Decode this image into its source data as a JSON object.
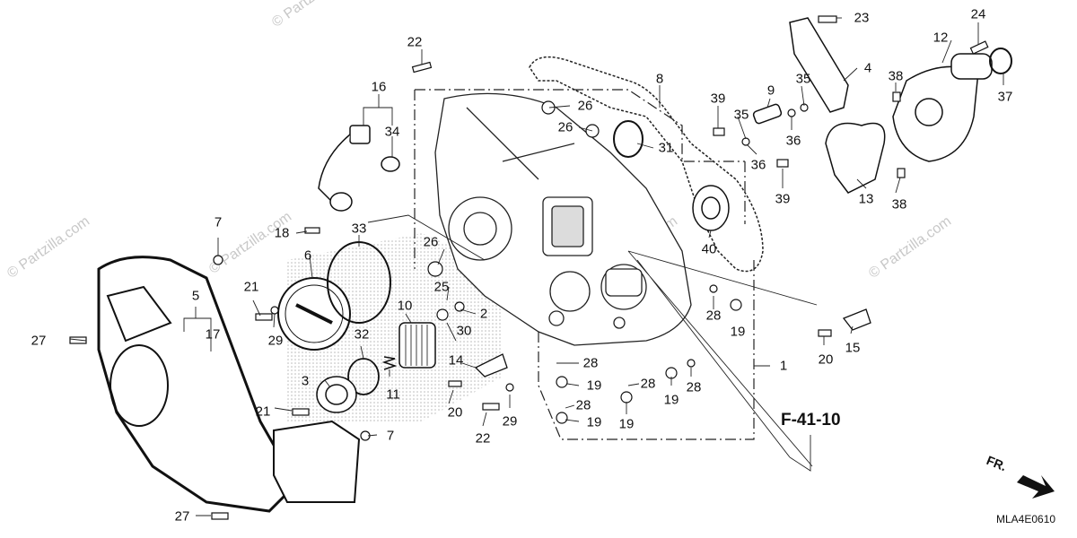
{
  "watermark": {
    "text": "© Partzilla.com"
  },
  "callouts": [
    {
      "id": "c22a",
      "text": "22"
    },
    {
      "id": "c16",
      "text": "16"
    },
    {
      "id": "c34",
      "text": "34"
    },
    {
      "id": "c8",
      "text": "8"
    },
    {
      "id": "c26a",
      "text": "26"
    },
    {
      "id": "c26b",
      "text": "26"
    },
    {
      "id": "c31",
      "text": "31"
    },
    {
      "id": "c39a",
      "text": "39"
    },
    {
      "id": "c35a",
      "text": "35"
    },
    {
      "id": "c9",
      "text": "9"
    },
    {
      "id": "c35b",
      "text": "35"
    },
    {
      "id": "c23",
      "text": "23"
    },
    {
      "id": "c4",
      "text": "4"
    },
    {
      "id": "c24",
      "text": "24"
    },
    {
      "id": "c12",
      "text": "12"
    },
    {
      "id": "c38a",
      "text": "38"
    },
    {
      "id": "c37",
      "text": "37"
    },
    {
      "id": "c36a",
      "text": "36"
    },
    {
      "id": "c36b",
      "text": "36"
    },
    {
      "id": "c39b",
      "text": "39"
    },
    {
      "id": "c13",
      "text": "13"
    },
    {
      "id": "c38b",
      "text": "38"
    },
    {
      "id": "c40",
      "text": "40"
    },
    {
      "id": "c7a",
      "text": "7"
    },
    {
      "id": "c18",
      "text": "18"
    },
    {
      "id": "c33",
      "text": "33"
    },
    {
      "id": "c26c",
      "text": "26"
    },
    {
      "id": "c6",
      "text": "6"
    },
    {
      "id": "c25",
      "text": "25"
    },
    {
      "id": "c2",
      "text": "2"
    },
    {
      "id": "c21a",
      "text": "21"
    },
    {
      "id": "c5",
      "text": "5"
    },
    {
      "id": "c10",
      "text": "10"
    },
    {
      "id": "c30",
      "text": "30"
    },
    {
      "id": "c27a",
      "text": "27"
    },
    {
      "id": "c29a",
      "text": "29"
    },
    {
      "id": "c17",
      "text": "17"
    },
    {
      "id": "c32",
      "text": "32"
    },
    {
      "id": "c28a",
      "text": "28"
    },
    {
      "id": "c19a",
      "text": "19"
    },
    {
      "id": "c1",
      "text": "1"
    },
    {
      "id": "c20a",
      "text": "20"
    },
    {
      "id": "c15",
      "text": "15"
    },
    {
      "id": "c14",
      "text": "14"
    },
    {
      "id": "c28b",
      "text": "28"
    },
    {
      "id": "c3",
      "text": "3"
    },
    {
      "id": "c11",
      "text": "11"
    },
    {
      "id": "c19b",
      "text": "19"
    },
    {
      "id": "c28c",
      "text": "28"
    },
    {
      "id": "c28d",
      "text": "28"
    },
    {
      "id": "c19c",
      "text": "19"
    },
    {
      "id": "c21b",
      "text": "21"
    },
    {
      "id": "c20b",
      "text": "20"
    },
    {
      "id": "c28e",
      "text": "28"
    },
    {
      "id": "c19d",
      "text": "19"
    },
    {
      "id": "c7b",
      "text": "7"
    },
    {
      "id": "c29b",
      "text": "29"
    },
    {
      "id": "c22b",
      "text": "22"
    },
    {
      "id": "c19e",
      "text": "19"
    },
    {
      "id": "c27b",
      "text": "27"
    }
  ],
  "reference": {
    "label": "F-41-10"
  },
  "direction": {
    "label": "FR."
  },
  "diagram_code": "MLA4E0610"
}
